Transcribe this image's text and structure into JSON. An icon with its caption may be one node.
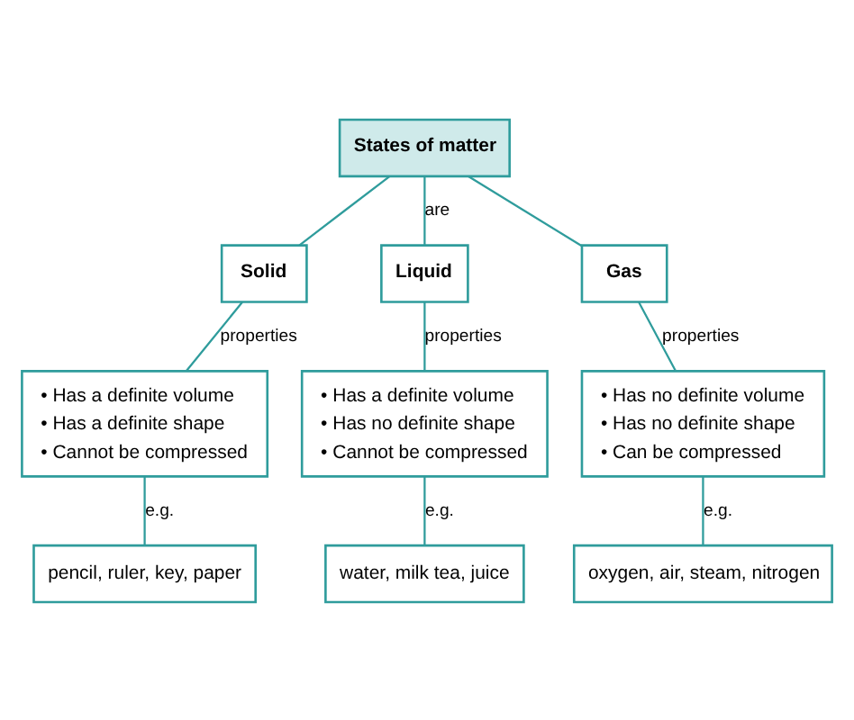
{
  "diagram": {
    "nodes": [
      {
        "text": [
          "States of matter"
        ]
      },
      {
        "text": [
          "Solid"
        ]
      },
      {
        "text": [
          "Liquid"
        ]
      },
      {
        "text": [
          "Gas"
        ]
      },
      {
        "text": [
          "• Has a definite volume",
          "• Has a definite shape",
          "• Cannot be compressed"
        ]
      },
      {
        "text": [
          "• Has a definite volume",
          "• Has no definite shape",
          "• Cannot be compressed"
        ]
      },
      {
        "text": [
          "• Has no definite volume",
          "• Has no definite shape",
          "• Can be compressed"
        ]
      },
      {
        "text": [
          "pencil, ruler, key, paper"
        ]
      },
      {
        "text": [
          "water, milk tea, juice"
        ]
      },
      {
        "text": [
          "oxygen, air, steam, nitrogen"
        ]
      }
    ],
    "edges": [
      {
        "from": 0,
        "to": 1,
        "arrow": "none"
      },
      {
        "from": 0,
        "to": 2,
        "arrow": "none",
        "label": "are"
      },
      {
        "from": 0,
        "to": 3,
        "arrow": "none"
      },
      {
        "from": 1,
        "to": 4,
        "arrow": "none",
        "label": "properties"
      },
      {
        "from": 2,
        "to": 5,
        "arrow": "none",
        "label": "properties"
      },
      {
        "from": 3,
        "to": 6,
        "arrow": "none",
        "label": "properties"
      },
      {
        "from": 4,
        "to": 7,
        "arrow": "none",
        "label": "e.g."
      },
      {
        "from": 5,
        "to": 8,
        "arrow": "none",
        "label": "e.g."
      },
      {
        "from": 6,
        "to": 9,
        "arrow": "none",
        "label": "e.g."
      }
    ]
  }
}
